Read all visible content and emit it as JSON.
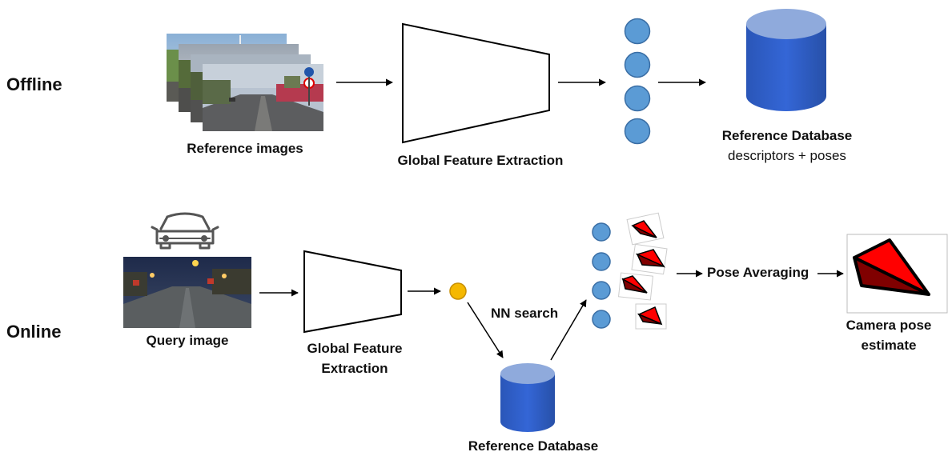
{
  "sections": {
    "offline": "Offline",
    "online": "Online"
  },
  "offline": {
    "reference_images_label": "Reference images",
    "extraction_label": "Global Feature Extraction",
    "database_title": "Reference Database",
    "database_subtitle": "descriptors + poses"
  },
  "online": {
    "query_image_label": "Query image",
    "extraction_line1": "Global Feature",
    "extraction_line2": "Extraction",
    "nn_search_label": "NN search",
    "database_label": "Reference Database",
    "pose_averaging_label": "Pose Averaging",
    "camera_pose_line1": "Camera pose",
    "camera_pose_line2": "estimate"
  },
  "colors": {
    "descriptor_blue": "#5b9bd5",
    "descriptor_stroke": "#3a6ea5",
    "query_descriptor": "#f5b800",
    "database_top": "#8faadc",
    "database_body": "#2f5fcc",
    "pose_red": "#ff0000",
    "pose_dark": "#800000"
  },
  "icons": {
    "car": "car-icon",
    "offline_database": "database-icon",
    "online_database": "database-icon",
    "camera_frustum": "camera-frustum-icon"
  }
}
